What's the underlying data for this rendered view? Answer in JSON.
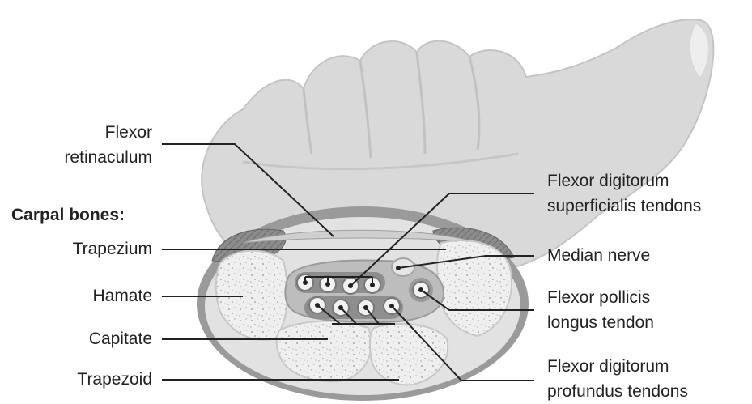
{
  "labels": {
    "flexor_retinaculum": [
      "Flexor",
      "retinaculum"
    ],
    "carpal_bones_heading": "Carpal bones:",
    "trapezium": "Trapezium",
    "hamate": "Hamate",
    "capitate": "Capitate",
    "trapezoid": "Trapezoid",
    "fds_tendons": [
      "Flexor digitorum",
      "superficialis tendons"
    ],
    "median_nerve": "Median nerve",
    "fpl_tendon": [
      "Flexor pollicis",
      "longus tendon"
    ],
    "fdp_tendons": [
      "Flexor digitorum",
      "profundus tendons"
    ]
  },
  "colors": {
    "hand": "#d9d9d9",
    "hand_outline": "#bdbdbd",
    "bone": "#efefef",
    "bone_speckle": "#b8b8b8",
    "muscle": "#8a8a8a",
    "tendon_sheath": "#a6a6a6",
    "leader_line": "#222222"
  }
}
